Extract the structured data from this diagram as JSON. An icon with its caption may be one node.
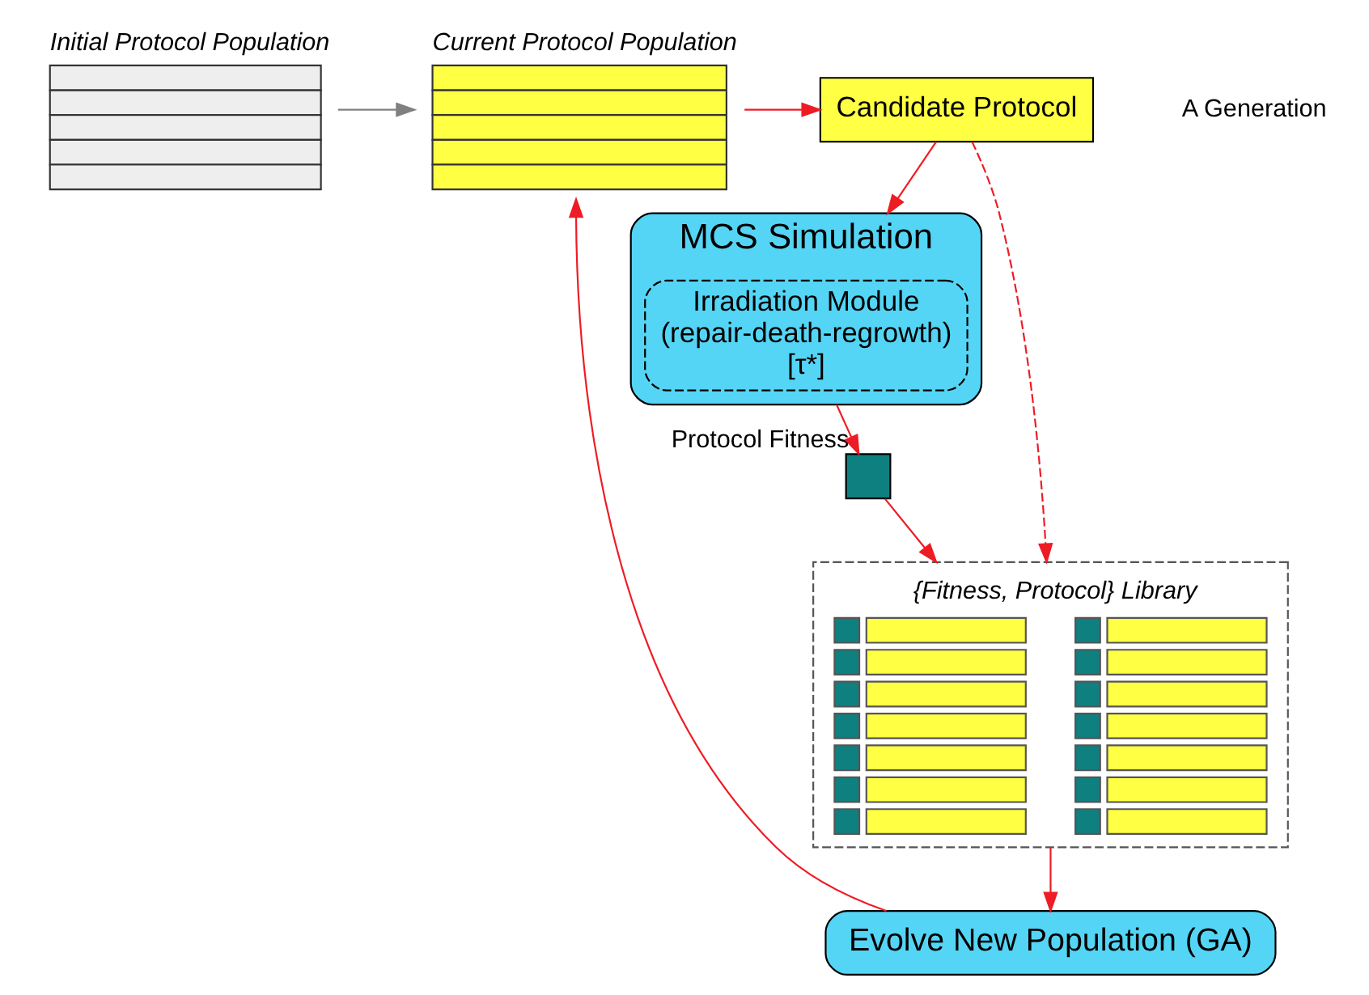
{
  "diagram": {
    "nodes": [
      {
        "text": [
          "Initial Protocol Population"
        ]
      },
      {
        "text": [
          "Current Protocol Population"
        ]
      },
      {
        "text": [
          "Candidate Protocol"
        ]
      },
      {
        "text": [
          "MCS Simulation"
        ]
      },
      {
        "text": [
          "Irradiation Module",
          "(repair-death-regrowth)",
          "[τ*]"
        ],
        "in": 3
      },
      {
        "text": [],
        "shape": "box",
        "beside": [
          "Protocol Fitness"
        ]
      },
      {
        "text": [
          "{Fitness, Protocol} Library"
        ]
      },
      {
        "text": [
          "Evolve New Population (GA)"
        ]
      }
    ],
    "edges": [
      {
        "from": 0,
        "to": 1,
        "arrow": "to",
        "color": "#808080"
      },
      {
        "from": 1,
        "to": 2,
        "arrow": "to"
      },
      {
        "from": 2,
        "to": 3,
        "arrow": "to"
      },
      {
        "from": 2,
        "to": 6,
        "arrow": "to",
        "style": "dashed"
      },
      {
        "from": 3,
        "to": 5,
        "arrow": "to"
      },
      {
        "from": 5,
        "to": 6,
        "arrow": "to"
      },
      {
        "from": 6,
        "to": 7,
        "arrow": "to"
      },
      {
        "from": 7,
        "to": 1,
        "arrow": "to"
      }
    ],
    "labels": [
      "A Generation"
    ]
  }
}
